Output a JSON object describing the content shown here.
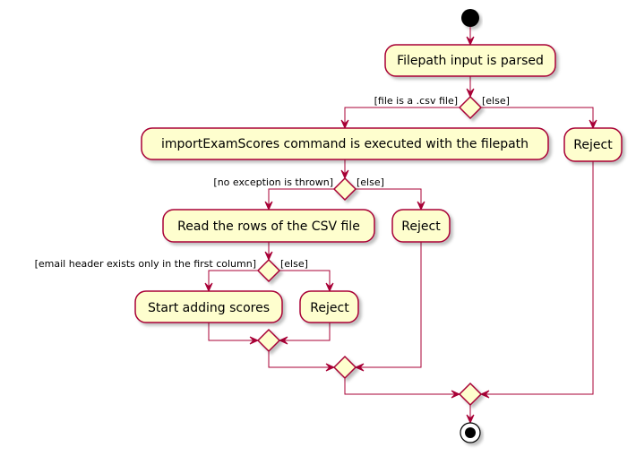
{
  "nodes": {
    "parse": "Filepath input is parsed",
    "execute": "importExamScores command is executed with the filepath",
    "reject_csv": "Reject",
    "read_rows": "Read the rows of the CSV file",
    "reject_exception": "Reject",
    "start_adding": "Start adding scores",
    "reject_header": "Reject"
  },
  "guards": {
    "csv_yes": "[file is a .csv file]",
    "csv_else": "[else]",
    "exception_yes": "[no exception is thrown]",
    "exception_else": "[else]",
    "header_yes": "[email header exists only in the first column]",
    "header_else": "[else]"
  },
  "colors": {
    "activity_fill": "#FEFECE",
    "line": "#A80036",
    "node_dot": "#000000"
  }
}
